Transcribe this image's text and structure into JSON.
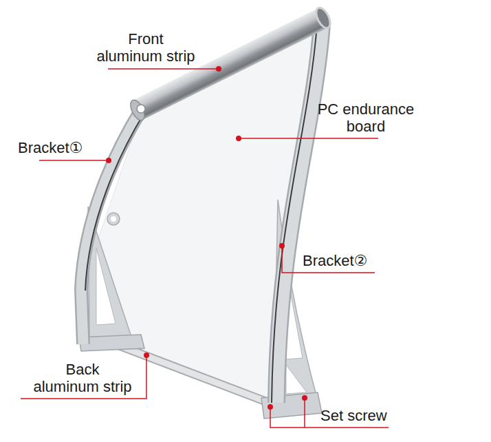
{
  "diagram": {
    "labels": [
      "Front aluminum strip",
      "PC endurance board",
      "Bracket①",
      "Bracket②",
      "Back aluminum strip",
      "Set screw"
    ]
  }
}
